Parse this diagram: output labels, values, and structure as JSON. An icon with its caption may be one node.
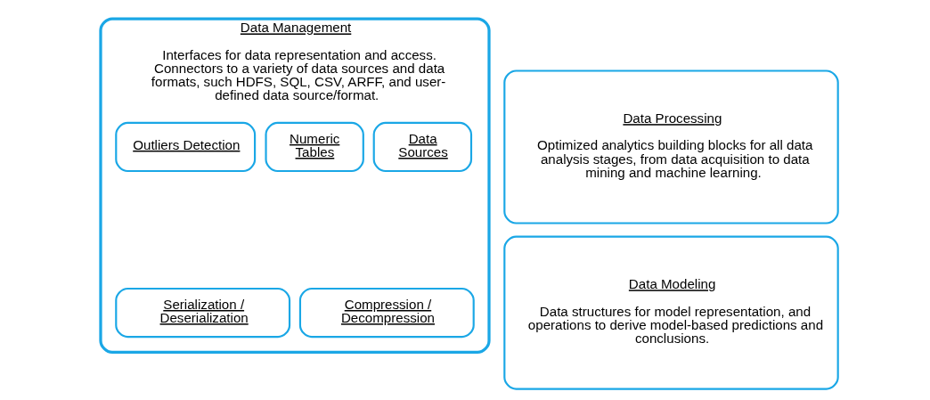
{
  "diagram": {
    "nodes": [
      {
        "text": [
          "Data Management",
          "Interfaces for data representation and access. Connectors to a variety of data sources and data formats, such HDFS, SQL, CSV, ARFF, and user-defined data source/format."
        ]
      },
      {
        "text": [
          "Data Sources"
        ],
        "in": 0
      },
      {
        "text": [
          "Numeric Tables"
        ],
        "in": 0
      },
      {
        "text": [
          "Outliers Detection"
        ],
        "in": 0
      },
      {
        "text": [
          "Compression / Decompression"
        ],
        "in": 0
      },
      {
        "text": [
          "Serialization / Deserialization"
        ],
        "in": 0
      },
      {
        "text": [
          "Data Processing",
          "Optimized analytics building blocks for all data analysis stages, from data acquisition to data mining and machine learning."
        ]
      },
      {
        "text": [
          "Data Modeling",
          "Data structures for model representation, and operations to derive model-based predictions and conclusions."
        ]
      }
    ],
    "edges": []
  }
}
